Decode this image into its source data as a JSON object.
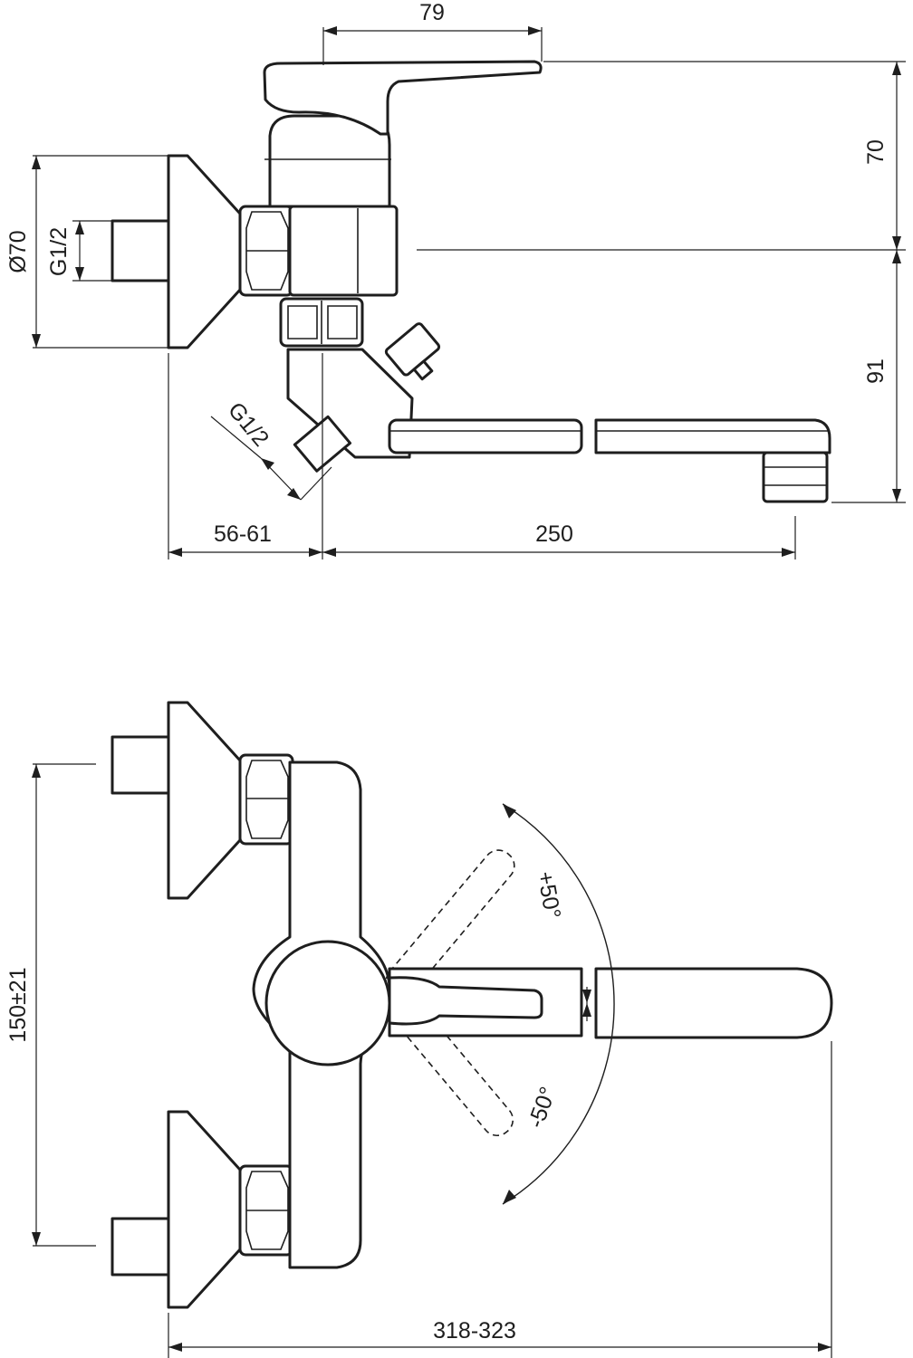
{
  "side_view": {
    "dim_top_width": "79",
    "dim_handle_height": "70",
    "dim_spout_height": "91",
    "dim_flange_diameter": "Ø70",
    "dim_inlet_thread": "G1/2",
    "dim_outlet_thread": "G1/2",
    "dim_wall_offset": "56-61",
    "dim_spout_reach": "250"
  },
  "top_view": {
    "dim_centers": "150±21",
    "dim_rot_plus": "+50°",
    "dim_rot_minus": "-50°",
    "dim_total_width": "318-323"
  }
}
